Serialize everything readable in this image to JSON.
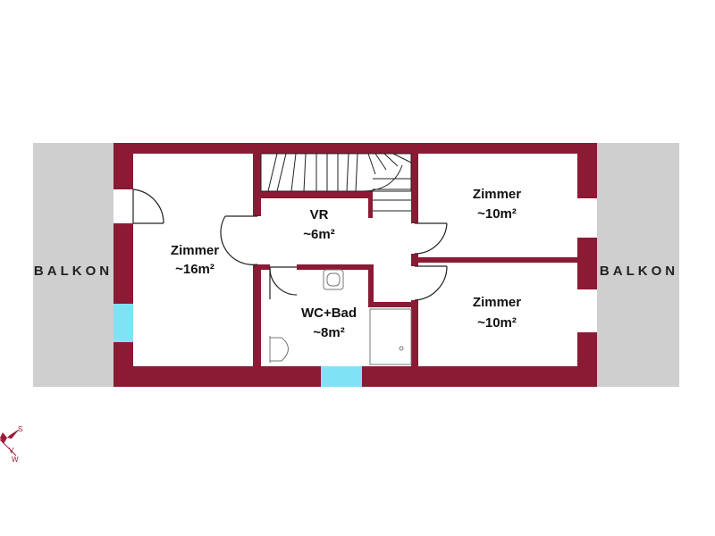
{
  "balcony_left": "BALKON",
  "balcony_right": "BALKON",
  "rooms": {
    "zimmer_left": {
      "name": "Zimmer",
      "area": "~16m²"
    },
    "vr": {
      "name": "VR",
      "area": "~6m²"
    },
    "zimmer_top_right": {
      "name": "Zimmer",
      "area": "~10m²"
    },
    "zimmer_bottom_right": {
      "name": "Zimmer",
      "area": "~10m²"
    },
    "bath": {
      "name": "WC+Bad",
      "area": "~8m²"
    }
  },
  "compass": {
    "s": "S",
    "v": "V",
    "w": "W"
  },
  "colors": {
    "wall": "#8b1a35",
    "balcony": "#cfcfcf",
    "window": "#7fe3f5"
  }
}
